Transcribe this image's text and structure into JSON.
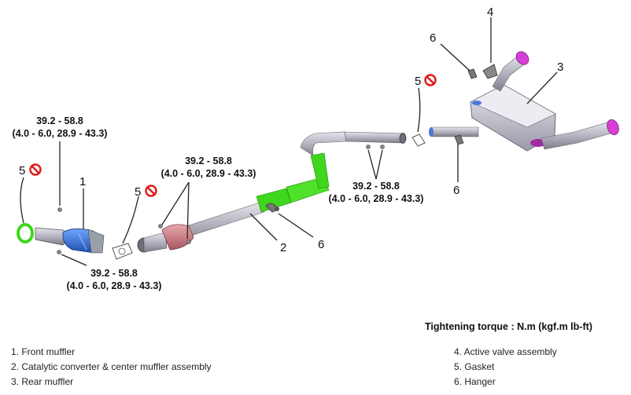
{
  "torque_values": {
    "front_top": [
      "39.2 - 58.8",
      "(4.0 - 6.0, 28.9 - 43.3)"
    ],
    "front_bottom": [
      "39.2 - 58.8",
      "(4.0 - 6.0, 28.9 - 43.3)"
    ],
    "center": [
      "39.2 - 58.8",
      "(4.0 - 6.0, 28.9 - 43.3)"
    ],
    "rear": [
      "39.2 - 58.8",
      "(4.0 - 6.0, 28.9 - 43.3)"
    ]
  },
  "callout_numbers": {
    "front_muffler": "1",
    "center_assembly": "2",
    "rear_muffler": "3",
    "active_valve": "4",
    "gasket": "5",
    "hanger": "6"
  },
  "caption": "Tightening torque : N.m (kgf.m lb-ft)",
  "legend_left": [
    "1. Front muffler",
    "2. Catalytic converter & center muffler assembly",
    "3. Rear muffler"
  ],
  "legend_right": [
    "4. Active valve assembly",
    "5. Gasket",
    "6. Hanger"
  ],
  "colors": {
    "pipe": "#b8b8c4",
    "front_muffler": "#2f6fd6",
    "catalytic": "#c97f86",
    "hanger_highlight": "#3fd61e",
    "tip": "#d63fd6",
    "prohibit": "#e01818"
  }
}
